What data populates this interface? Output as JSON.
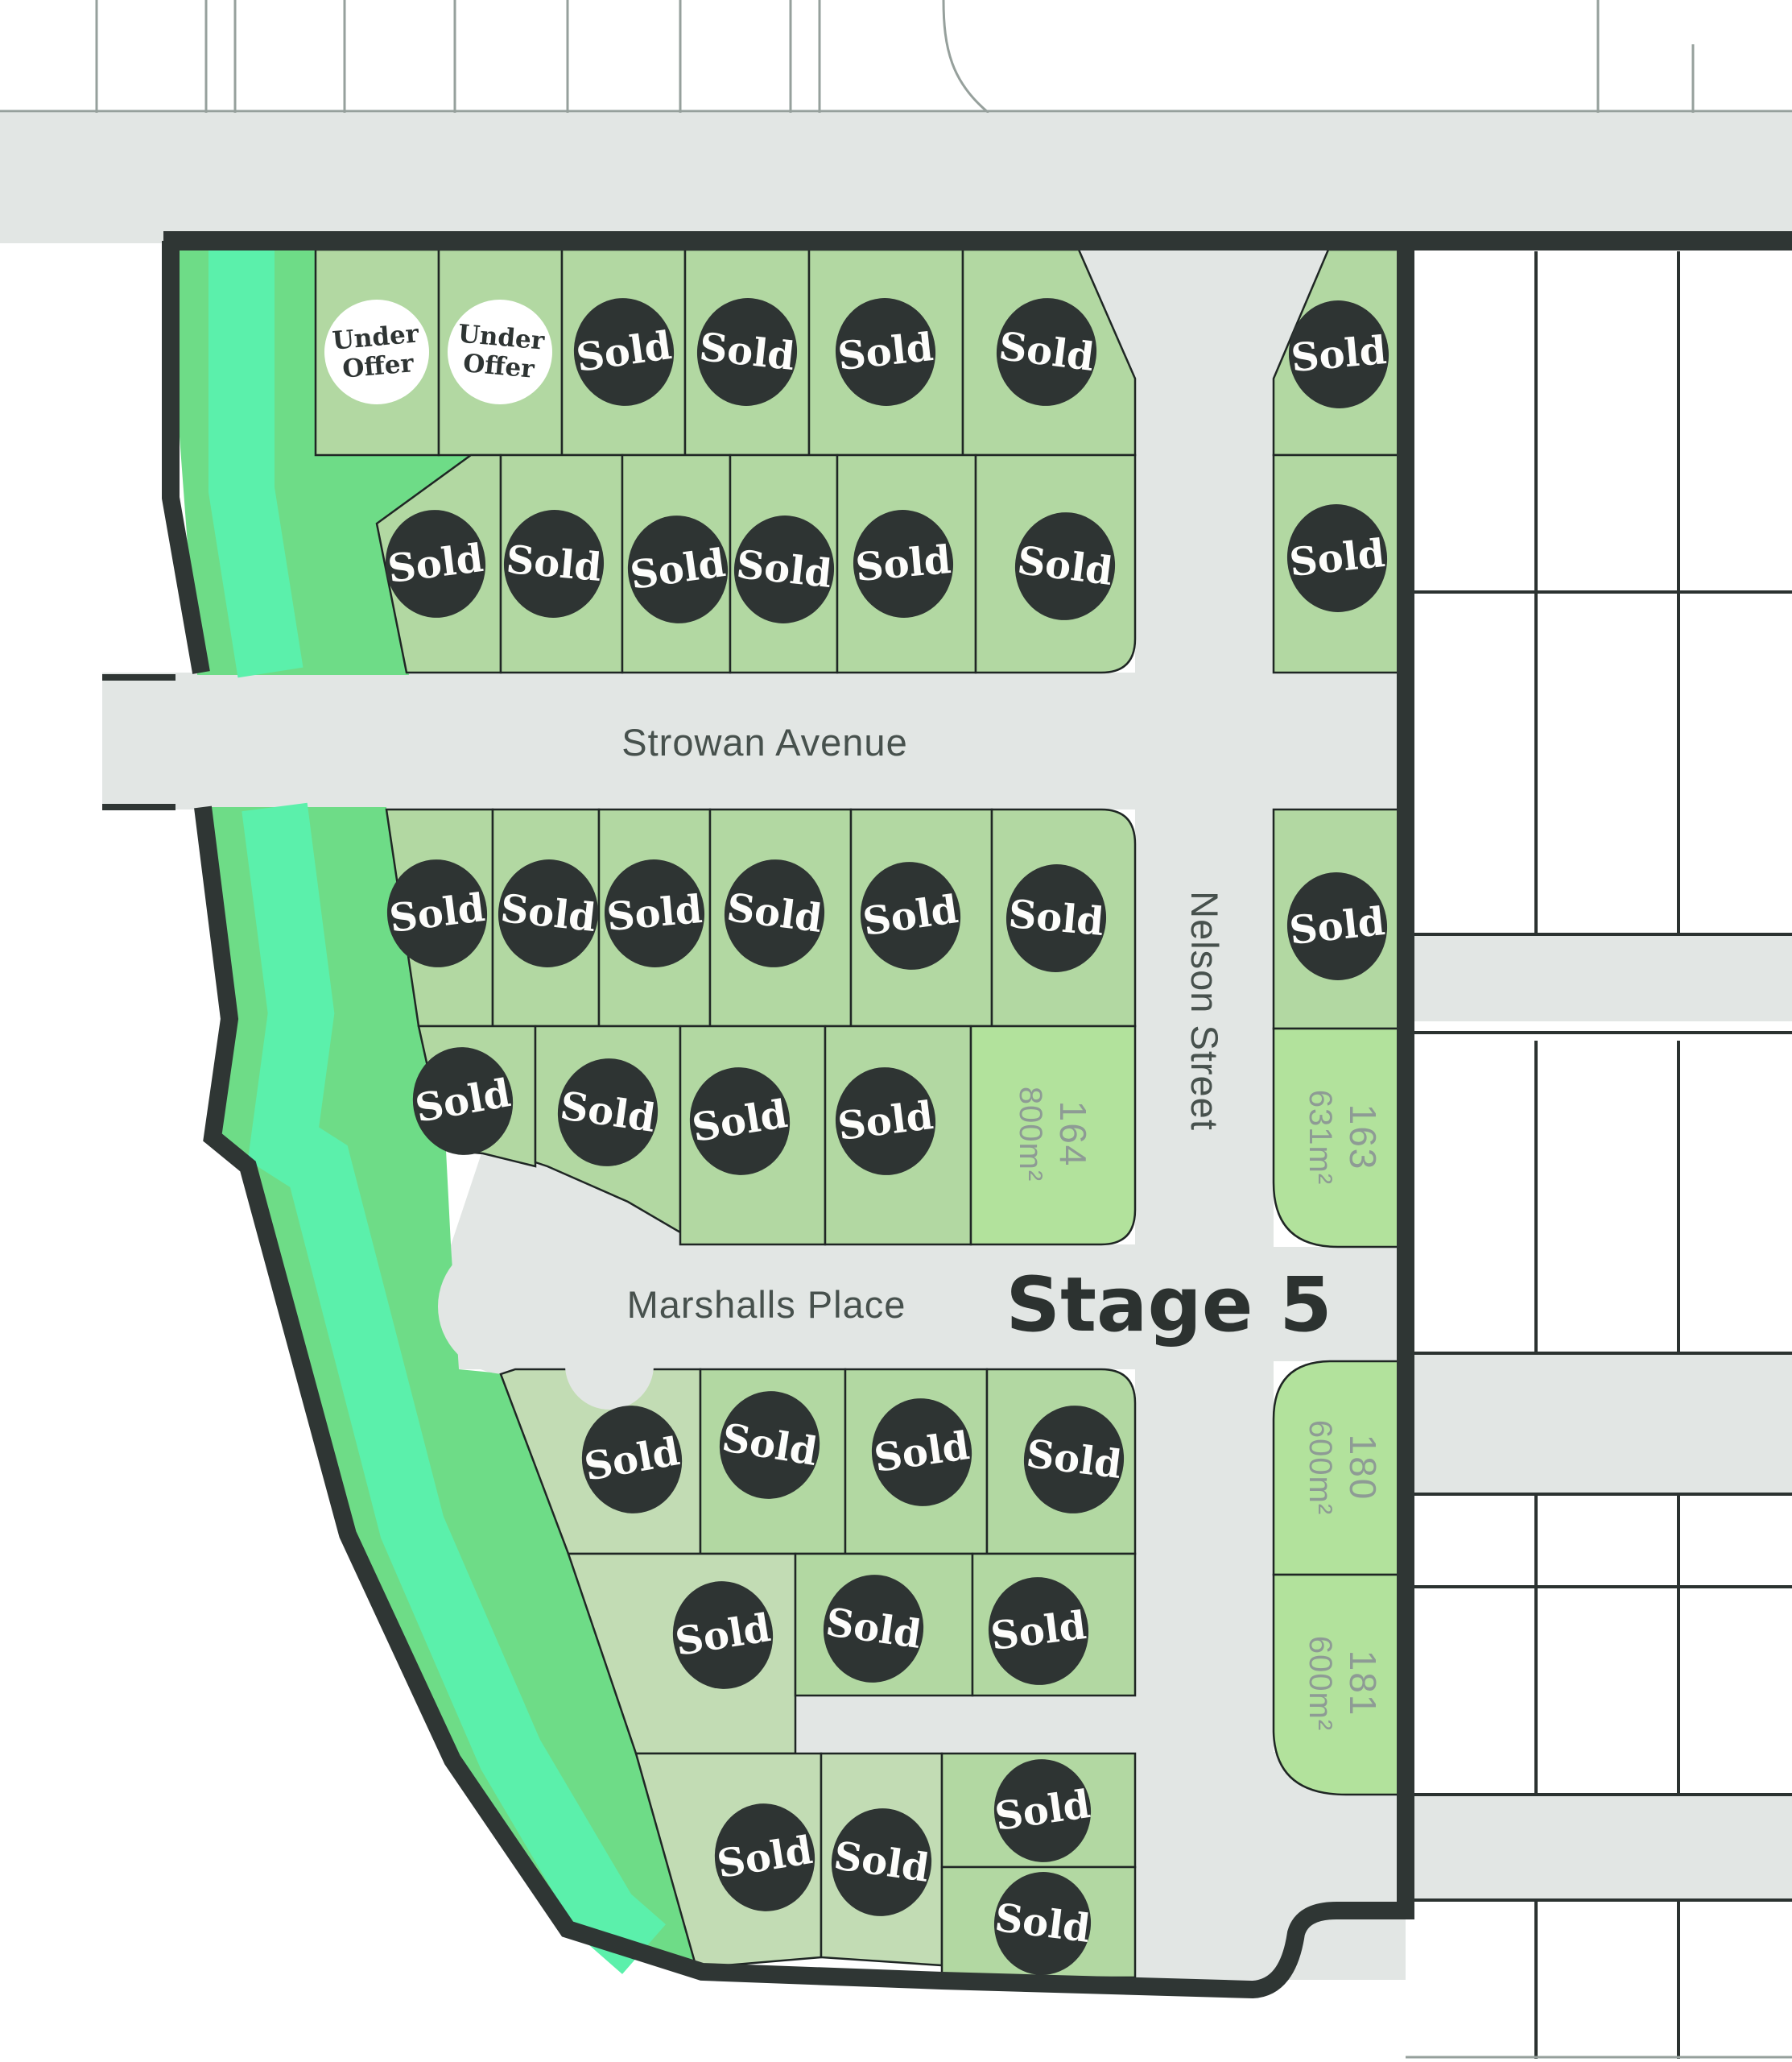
{
  "map": {
    "stage_label": "Stage 5",
    "streets": {
      "strowan": "Strowan Avenue",
      "nelson": "Nelson Street",
      "marshalls": "Marshalls Place"
    },
    "badge_labels": {
      "sold": "Sold",
      "under_offer_line1": "Under",
      "under_offer_line2": "Offer"
    },
    "available_lots": [
      {
        "number": "164",
        "area": "800m²"
      },
      {
        "number": "163",
        "area": "631m²"
      },
      {
        "number": "180",
        "area": "600m²"
      },
      {
        "number": "181",
        "area": "600m²"
      }
    ],
    "status_counts": {
      "sold_badges": 34,
      "under_offer_badges": 2
    },
    "colors": {
      "lot_green": "#b2d8a2",
      "available_lot_green": "#b2e29c",
      "muted_lot_green": "#c2dcb4",
      "reserve_green": "#6edc87",
      "reserve_mint": "#5bf0ab",
      "road_grey": "#e2e6e4",
      "boundary_dark": "#2f3634",
      "badge_dark": "#2e3433",
      "label_grey": "#8e9b95"
    }
  }
}
